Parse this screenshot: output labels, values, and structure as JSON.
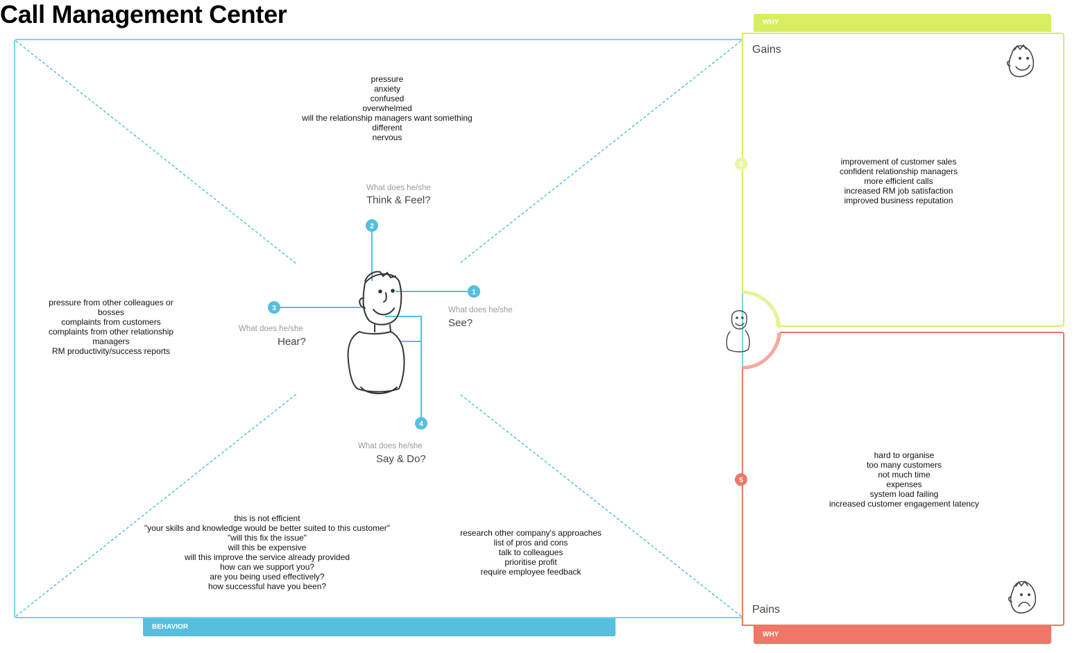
{
  "title": "Call Management Center",
  "colors": {
    "behavior": "#55bfdd",
    "gains": "#d8ee5e",
    "pains": "#ee7767"
  },
  "behavior_label": "BEHAVIOR",
  "why_top_label": "WHY",
  "why_bottom_label": "WHY",
  "questions": {
    "see": {
      "number": "1",
      "sub": "What does he/she",
      "main": "See?"
    },
    "think": {
      "number": "2",
      "sub": "What does he/she",
      "main": "Think & Feel?"
    },
    "hear": {
      "number": "3",
      "sub": "What does he/she",
      "main": "Hear?"
    },
    "say": {
      "number": "4",
      "sub": "What does he/she",
      "main": "Say & Do?"
    }
  },
  "think_notes": [
    "pressure",
    "anxiety",
    "confused",
    "overwhelmed",
    "will the relationship managers want something",
    "different",
    "nervous"
  ],
  "hear_notes": [
    "pressure from other colleagues or",
    "bosses",
    "complaints from customers",
    "complaints from other relationship",
    "managers",
    "RM productivity/success reports"
  ],
  "say_notes": [
    "this is not efficient",
    "\"your skills and knowledge would be better suited to this customer\"",
    "\"will this fix the issue\"",
    "will this be expensive",
    "will this improve the service already provided",
    "how can we support you?",
    "are you being used effectively?",
    "how successful have you been?"
  ],
  "do_notes": [
    "research other company's approaches",
    "list of pros and cons",
    "talk to colleagues",
    "prioritise profit",
    "require employee feedback"
  ],
  "gains": {
    "title": "Gains",
    "number": "5",
    "notes": [
      "improvement of customer sales",
      "confident relationship managers",
      "more efficient calls",
      "increased RM job satisfaction",
      "improved business reputation"
    ]
  },
  "pains": {
    "title": "Pains",
    "number": "5",
    "notes": [
      "hard to organise",
      "too many customers",
      "not much time",
      "expenses",
      "system load failing",
      "increased customer engagement latency"
    ]
  }
}
